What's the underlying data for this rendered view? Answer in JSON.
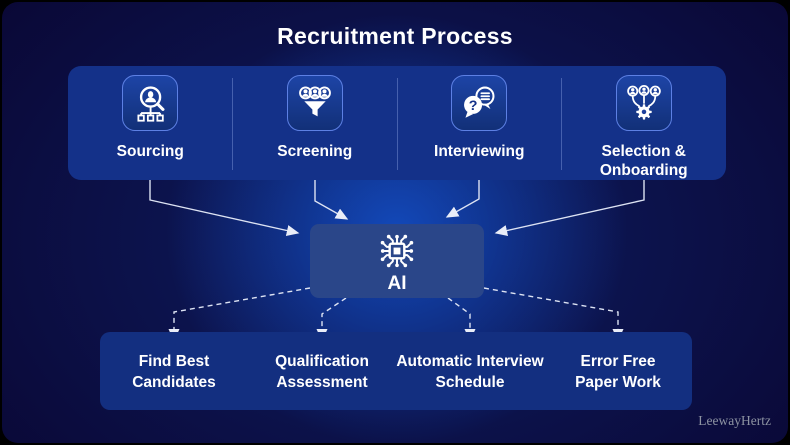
{
  "title": "Recruitment Process",
  "watermark": "LeewayHertz",
  "colors": {
    "background": "#0a0734",
    "center_glow": "#134cc0",
    "bar": "#143189",
    "bottom_bar": "#132f80",
    "ai_box": "#2a4689",
    "tile_border": "#5d80e4",
    "arrow": "#e9edf8",
    "text": "#ffffff",
    "watermark_text": "#8d93a2"
  },
  "process_steps": [
    {
      "icon": "magnifier-person-orgchart-icon",
      "lines": [
        "Sourcing",
        ""
      ]
    },
    {
      "icon": "people-funnel-icon",
      "lines": [
        "Screening",
        ""
      ]
    },
    {
      "icon": "chat-question-icon",
      "lines": [
        "Interviewing",
        ""
      ]
    },
    {
      "icon": "people-gear-icon",
      "lines": [
        "Selection &",
        "Onboarding"
      ]
    }
  ],
  "ai_node": {
    "icon": "ai-chip-icon",
    "label": "AI"
  },
  "outcomes": [
    {
      "lines": [
        "Find Best",
        "Candidates"
      ]
    },
    {
      "lines": [
        "Qualification",
        "Assessment"
      ]
    },
    {
      "lines": [
        "Automatic Interview",
        "Schedule"
      ]
    },
    {
      "lines": [
        "Error Free",
        "Paper Work"
      ]
    }
  ]
}
